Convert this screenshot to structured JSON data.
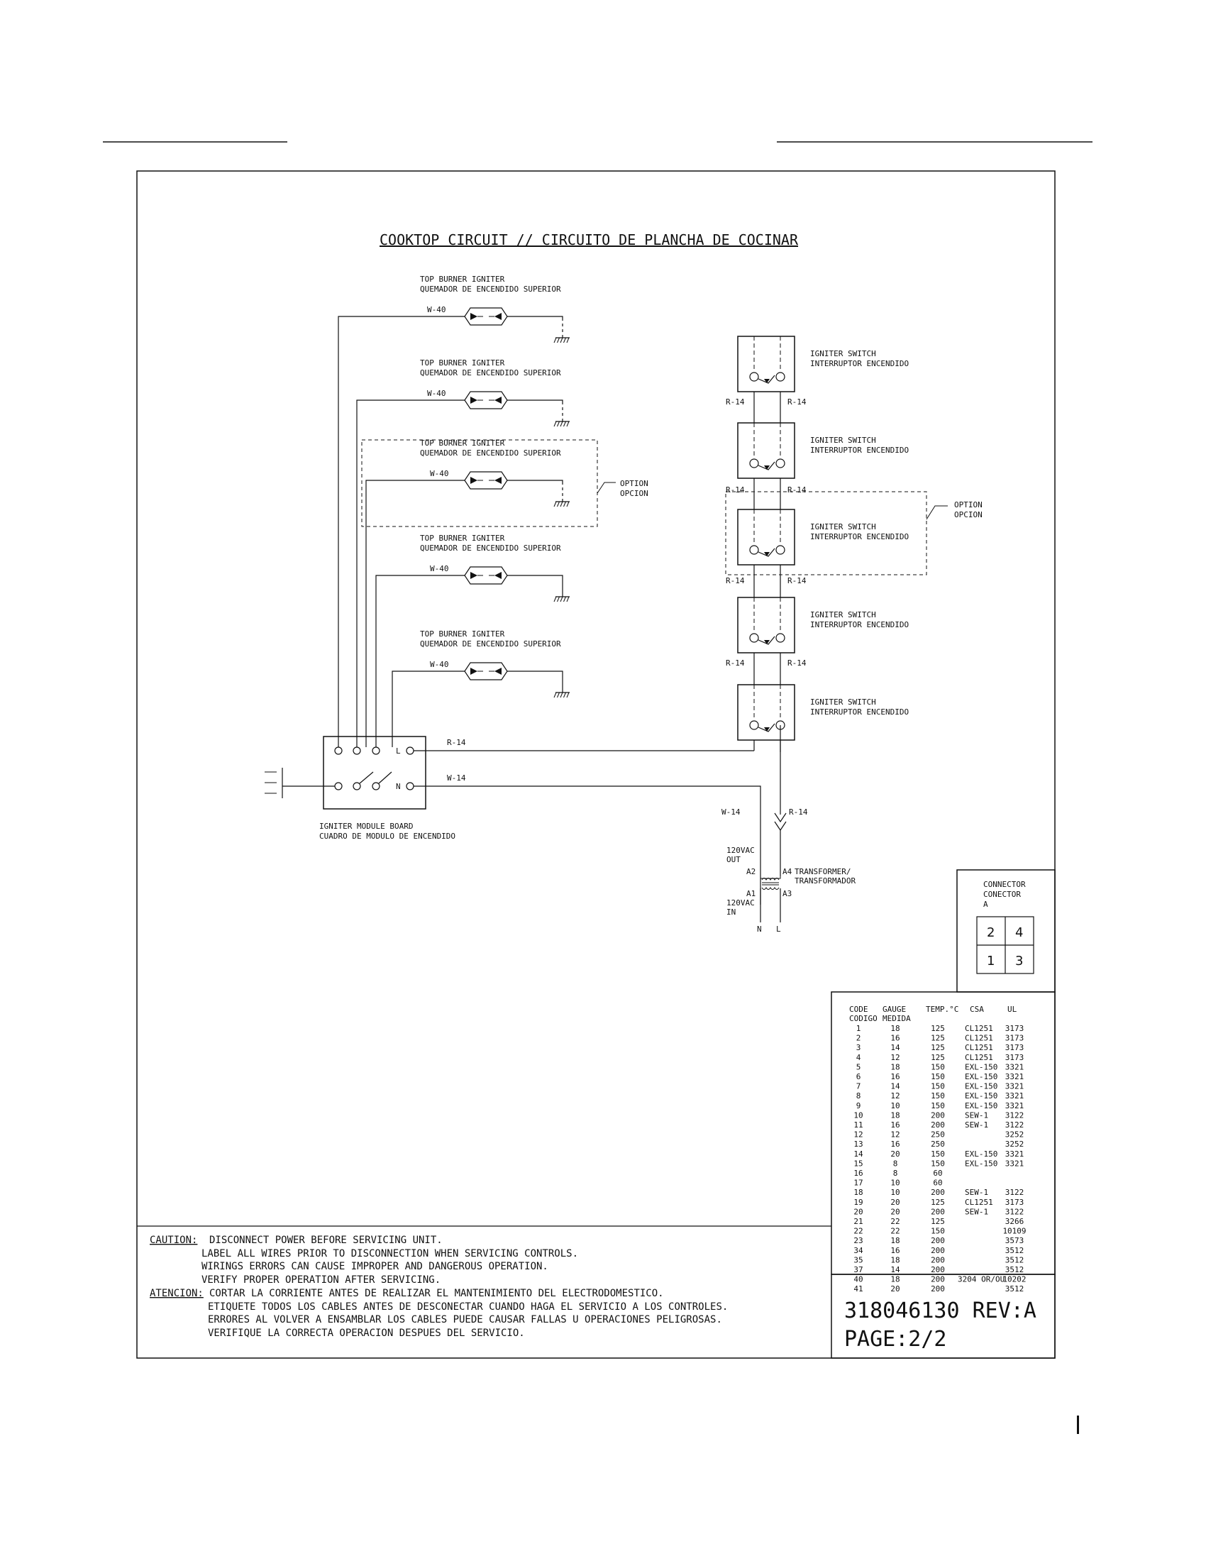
{
  "title": "COOKTOP CIRCUIT // CIRCUITO DE PLANCHA DE COCINAR",
  "igniters": [
    {
      "label_en": "TOP BURNER IGNITER",
      "label_es": "QUEMADOR DE ENCENDIDO SUPERIOR",
      "wire": "W-40",
      "optional": false
    },
    {
      "label_en": "TOP BURNER IGNITER",
      "label_es": "QUEMADOR DE ENCENDIDO SUPERIOR",
      "wire": "W-40",
      "optional": false
    },
    {
      "label_en": "TOP BURNER IGNITER",
      "label_es": "QUEMADOR DE ENCENDIDO SUPERIOR",
      "wire": "W-40",
      "optional": true
    },
    {
      "label_en": "TOP BURNER IGNITER",
      "label_es": "QUEMADOR DE ENCENDIDO SUPERIOR",
      "wire": "W-40",
      "optional": false
    },
    {
      "label_en": "TOP BURNER IGNITER",
      "label_es": "QUEMADOR DE ENCENDIDO SUPERIOR",
      "wire": "W-40",
      "optional": false
    }
  ],
  "switches": [
    {
      "label_en": "IGNITER SWITCH",
      "label_es": "INTERRUPTOR ENCENDIDO",
      "optional": false
    },
    {
      "label_en": "IGNITER SWITCH",
      "label_es": "INTERRUPTOR ENCENDIDO",
      "optional": false
    },
    {
      "label_en": "IGNITER SWITCH",
      "label_es": "INTERRUPTOR ENCENDIDO",
      "optional": true
    },
    {
      "label_en": "IGNITER SWITCH",
      "label_es": "INTERRUPTOR ENCENDIDO",
      "optional": false
    },
    {
      "label_en": "IGNITER SWITCH",
      "label_es": "INTERRUPTOR ENCENDIDO",
      "optional": false
    }
  ],
  "switch_wire": "R-14",
  "option_label": {
    "en": "OPTION",
    "es": "OPCION"
  },
  "module": {
    "label_en": "IGNITER MODULE BOARD",
    "label_es": "CUADRO DE MODULO DE ENCENDIDO",
    "term_l": "L",
    "term_n": "N",
    "wire_l": "R-14",
    "wire_n": "W-14"
  },
  "transformer": {
    "label_en": "TRANSFORMER/",
    "label_es": "TRANSFORMADOR",
    "out_1": "120VAC",
    "out_2": "OUT",
    "in_1": "120VAC",
    "in_2": "IN",
    "a1": "A1",
    "a2": "A2",
    "a3": "A3",
    "a4": "A4",
    "n": "N",
    "l": "L",
    "wire_left": "W-14",
    "wire_right": "R-14"
  },
  "connector": {
    "title": [
      "CONNECTOR",
      "CONECTOR",
      "A"
    ],
    "pins": [
      "2",
      "4",
      "1",
      "3"
    ]
  },
  "wire_table": {
    "headers": [
      "CODE",
      "GAUGE",
      "TEMP.°C",
      "CSA",
      "UL"
    ],
    "headers2": [
      "CODIGO",
      "MEDIDA"
    ],
    "rows": [
      [
        "1",
        "18",
        "125",
        "CL1251",
        "3173"
      ],
      [
        "2",
        "16",
        "125",
        "CL1251",
        "3173"
      ],
      [
        "3",
        "14",
        "125",
        "CL1251",
        "3173"
      ],
      [
        "4",
        "12",
        "125",
        "CL1251",
        "3173"
      ],
      [
        "5",
        "18",
        "150",
        "EXL-150",
        "3321"
      ],
      [
        "6",
        "16",
        "150",
        "EXL-150",
        "3321"
      ],
      [
        "7",
        "14",
        "150",
        "EXL-150",
        "3321"
      ],
      [
        "8",
        "12",
        "150",
        "EXL-150",
        "3321"
      ],
      [
        "9",
        "10",
        "150",
        "EXL-150",
        "3321"
      ],
      [
        "10",
        "18",
        "200",
        "SEW-1",
        "3122"
      ],
      [
        "11",
        "16",
        "200",
        "SEW-1",
        "3122"
      ],
      [
        "12",
        "12",
        "250",
        "",
        "3252"
      ],
      [
        "13",
        "16",
        "250",
        "",
        "3252"
      ],
      [
        "14",
        "20",
        "150",
        "EXL-150",
        "3321"
      ],
      [
        "15",
        "8",
        "150",
        "EXL-150",
        "3321"
      ],
      [
        "16",
        "8",
        "60",
        "",
        ""
      ],
      [
        "17",
        "10",
        "60",
        "",
        ""
      ],
      [
        "18",
        "10",
        "200",
        "SEW-1",
        "3122"
      ],
      [
        "19",
        "20",
        "125",
        "CL1251",
        "3173"
      ],
      [
        "20",
        "20",
        "200",
        "SEW-1",
        "3122"
      ],
      [
        "21",
        "22",
        "125",
        "",
        "3266"
      ],
      [
        "22",
        "22",
        "150",
        "",
        "10109"
      ],
      [
        "23",
        "18",
        "200",
        "",
        "3573"
      ],
      [
        "34",
        "16",
        "200",
        "",
        "3512"
      ],
      [
        "35",
        "18",
        "200",
        "",
        "3512"
      ],
      [
        "37",
        "14",
        "200",
        "",
        "3512"
      ],
      [
        "40",
        "18",
        "200",
        "3204 OR/OU",
        "10202"
      ],
      [
        "41",
        "20",
        "200",
        "",
        "3512"
      ]
    ]
  },
  "caution": {
    "label": "CAUTION:",
    "lines": [
      "DISCONNECT POWER BEFORE SERVICING UNIT.",
      "LABEL ALL WIRES PRIOR TO DISCONNECTION WHEN SERVICING CONTROLS.",
      "WIRINGS ERRORS CAN CAUSE IMPROPER AND DANGEROUS OPERATION.",
      "VERIFY PROPER OPERATION AFTER SERVICING."
    ]
  },
  "atencion": {
    "label": "ATENCION:",
    "lines": [
      "CORTAR LA CORRIENTE ANTES DE REALIZAR EL MANTENIMIENTO DEL ELECTRODOMESTICO.",
      "ETIQUETE TODOS LOS CABLES ANTES DE DESCONECTAR CUANDO HAGA EL SERVICIO A LOS CONTROLES.",
      "ERRORES AL VOLVER A ENSAMBLAR LOS CABLES PUEDE CAUSAR FALLAS U OPERACIONES PELIGROSAS.",
      "VERIFIQUE LA CORRECTA OPERACION DESPUES DEL SERVICIO."
    ]
  },
  "part_number": "318046130 REV:A",
  "page": "PAGE:2/2"
}
